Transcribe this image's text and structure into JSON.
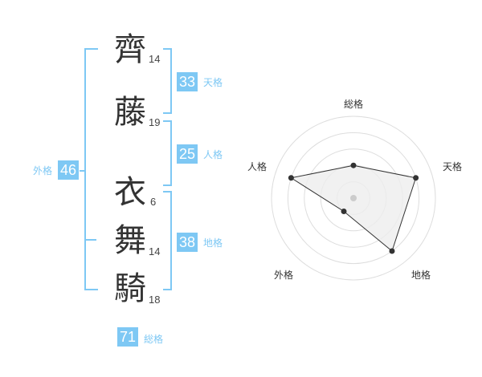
{
  "characters": [
    {
      "char": "齊",
      "strokes": "14"
    },
    {
      "char": "藤",
      "strokes": "19"
    },
    {
      "char": "衣",
      "strokes": "6"
    },
    {
      "char": "舞",
      "strokes": "14"
    },
    {
      "char": "騎",
      "strokes": "18"
    }
  ],
  "fortunes": {
    "tenkaku": {
      "value": "33",
      "label": "天格"
    },
    "jinkaku": {
      "value": "25",
      "label": "人格"
    },
    "chikaku": {
      "value": "38",
      "label": "地格"
    },
    "gaikaku": {
      "value": "46",
      "label": "外格"
    },
    "soukaku": {
      "value": "71",
      "label": "総格"
    }
  },
  "chart_data": {
    "type": "radar",
    "axes": [
      "総格",
      "天格",
      "地格",
      "外格",
      "人格"
    ],
    "values": [
      2,
      4,
      4,
      1,
      4
    ],
    "max": 5,
    "rings": 5,
    "fill_color": "#eeeeee",
    "line_color": "#333333",
    "grid_color": "#dddddd"
  }
}
